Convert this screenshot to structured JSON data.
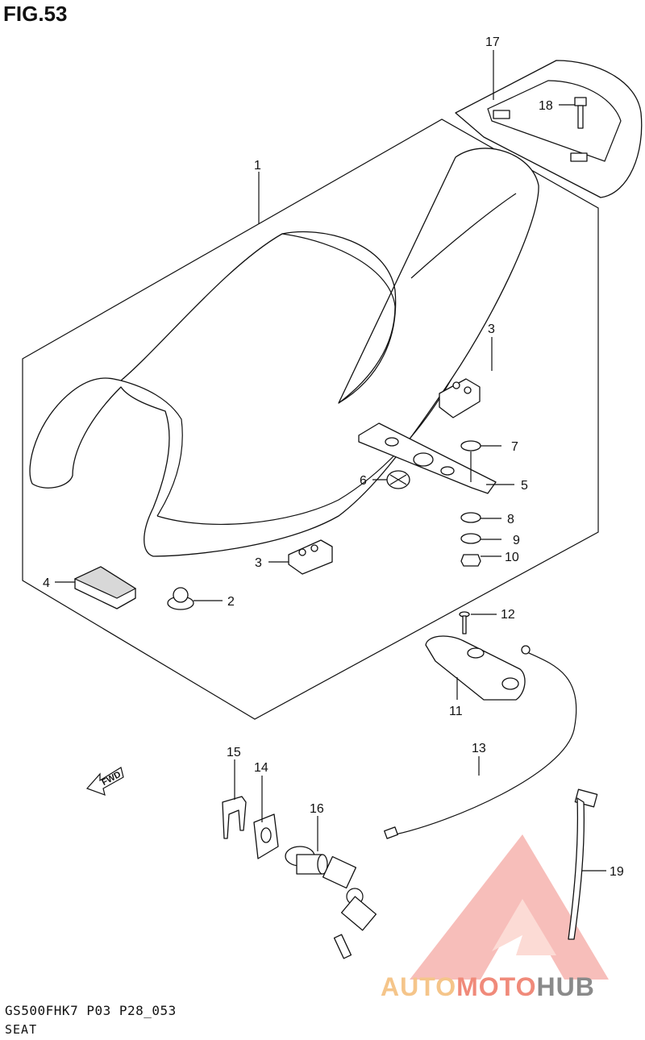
{
  "figure": {
    "title": "FIG.53"
  },
  "callouts": [
    "1",
    "2",
    "3",
    "3",
    "4",
    "5",
    "6",
    "7",
    "8",
    "9",
    "10",
    "11",
    "12",
    "13",
    "14",
    "15",
    "16",
    "17",
    "18",
    "19"
  ],
  "direction_arrow": {
    "text": "FWD"
  },
  "footer": {
    "code": "GS500FHK7 P03 P28_053",
    "name": "SEAT"
  },
  "watermark": {
    "part1": "AUTO",
    "part2": "MOTO",
    "part3": "HUB",
    "colors": {
      "auto": "#f5c58a",
      "moto": "#f08a7a",
      "hub": "#8a8a8a",
      "logo": "#f2a4a0"
    }
  }
}
